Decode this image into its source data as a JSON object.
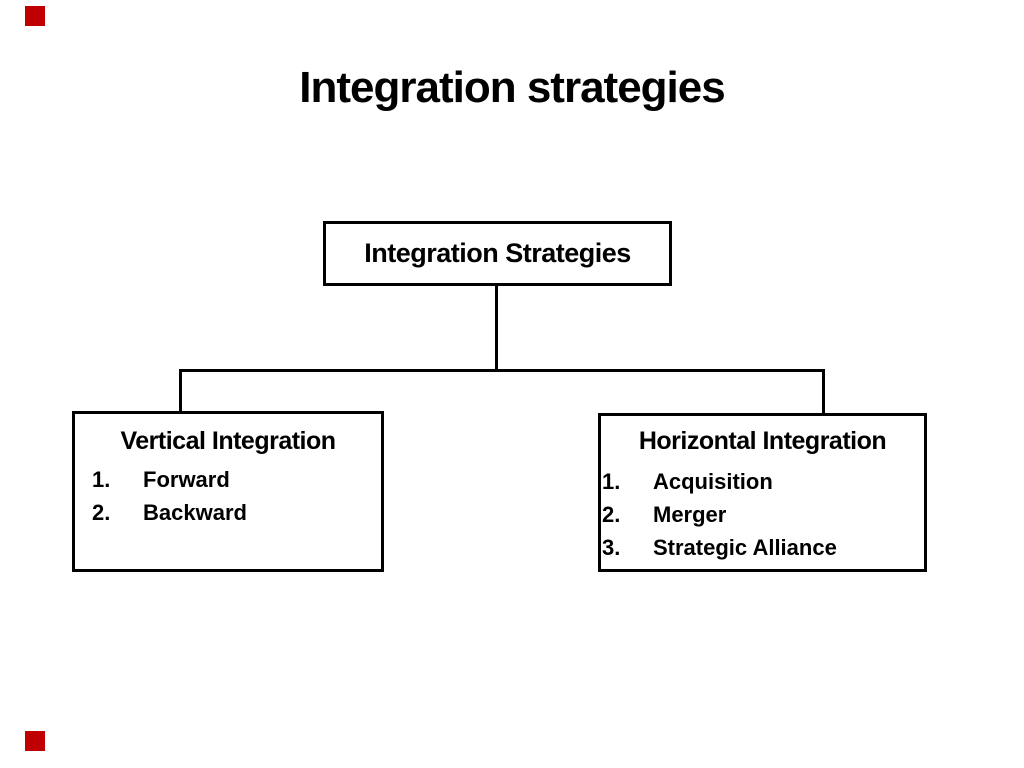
{
  "slide": {
    "title": "Integration strategies",
    "background_color": "#ffffff",
    "marker_color": "#c00000"
  },
  "diagram": {
    "root": {
      "label": "Integration Strategies"
    },
    "left_box": {
      "title": "Vertical Integration",
      "items": [
        {
          "num": "1.",
          "label": "Forward"
        },
        {
          "num": "2.",
          "label": "Backward"
        }
      ]
    },
    "right_box": {
      "title": "Horizontal Integration",
      "items": [
        {
          "num": "1.",
          "label": "Acquisition"
        },
        {
          "num": "2.",
          "label": "Merger"
        },
        {
          "num": "3.",
          "label": "Strategic Alliance"
        }
      ]
    }
  }
}
